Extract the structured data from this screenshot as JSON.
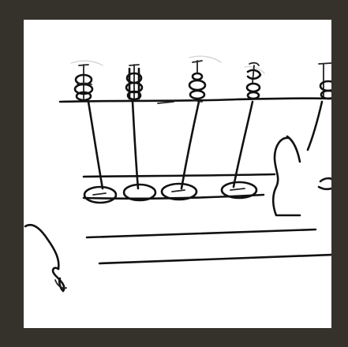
{
  "image": {
    "kind": "hand-drawn ink sketch on white canvas inside dark frame",
    "colors": {
      "frame": "#35322b",
      "canvas": "#ffffff",
      "ink": "#111111"
    },
    "elements": {
      "top_units": 5,
      "bottom_pads": 4
    }
  }
}
